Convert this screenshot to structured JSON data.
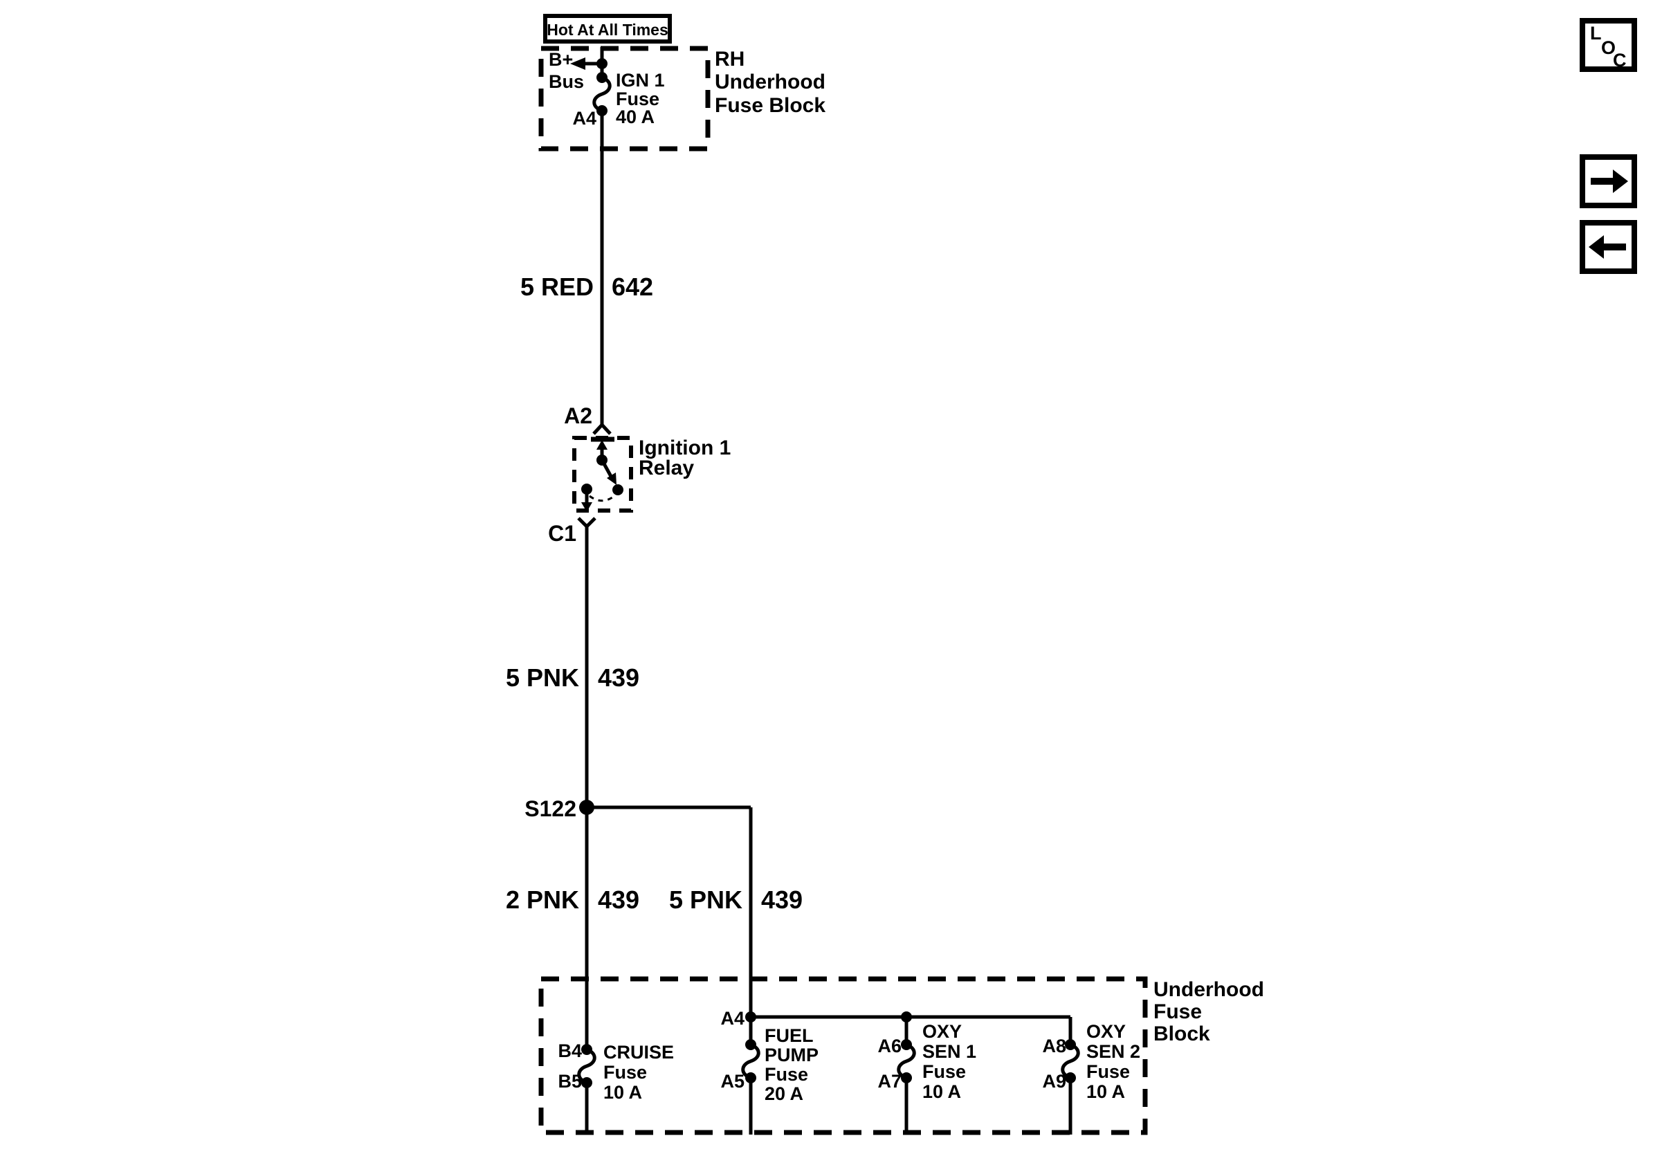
{
  "colors": {
    "background": "#ffffff",
    "ink": "#000000"
  },
  "power_note": {
    "label": "Hot At All Times"
  },
  "rh_underhood_fuse_block": {
    "title_lines": [
      "RH",
      "Underhood",
      "Fuse Block"
    ],
    "bus_label_lines": [
      "B+",
      "Bus"
    ],
    "ign1_fuse": {
      "pin": "A4",
      "name_lines": [
        "IGN 1",
        "Fuse",
        "40 A"
      ]
    }
  },
  "wire_red": {
    "size_color": "5 RED",
    "circuit": "642"
  },
  "ignition_relay": {
    "pin_in": "A2",
    "pin_out": "C1",
    "title_lines": [
      "Ignition 1",
      "Relay"
    ]
  },
  "wire_pnk_main": {
    "size_color": "5 PNK",
    "circuit": "439"
  },
  "splice": {
    "label": "S122"
  },
  "wire_pnk_left": {
    "size_color": "2 PNK",
    "circuit": "439"
  },
  "wire_pnk_right": {
    "size_color": "5 PNK",
    "circuit": "439"
  },
  "underhood_fuse_block": {
    "title_lines": [
      "Underhood",
      "Fuse",
      "Block"
    ],
    "cruise_fuse": {
      "pin_top": "B4",
      "pin_bottom": "B5",
      "name_lines": [
        "CRUISE",
        "Fuse",
        "10 A"
      ]
    },
    "fuel_pump_fuse": {
      "pin_top": "A4",
      "pin_bottom": "A5",
      "name_lines": [
        "FUEL",
        "PUMP",
        "Fuse",
        "20 A"
      ]
    },
    "oxy_sen1_fuse": {
      "pin_top": "A6",
      "pin_bottom": "A7",
      "name_lines": [
        "OXY",
        "SEN 1",
        "Fuse",
        "10 A"
      ]
    },
    "oxy_sen2_fuse": {
      "pin_top": "A8",
      "pin_bottom": "A9",
      "name_lines": [
        "OXY",
        "SEN 2",
        "Fuse",
        "10 A"
      ]
    }
  },
  "nav": {
    "loc_letters": [
      "L",
      "O",
      "C"
    ]
  }
}
